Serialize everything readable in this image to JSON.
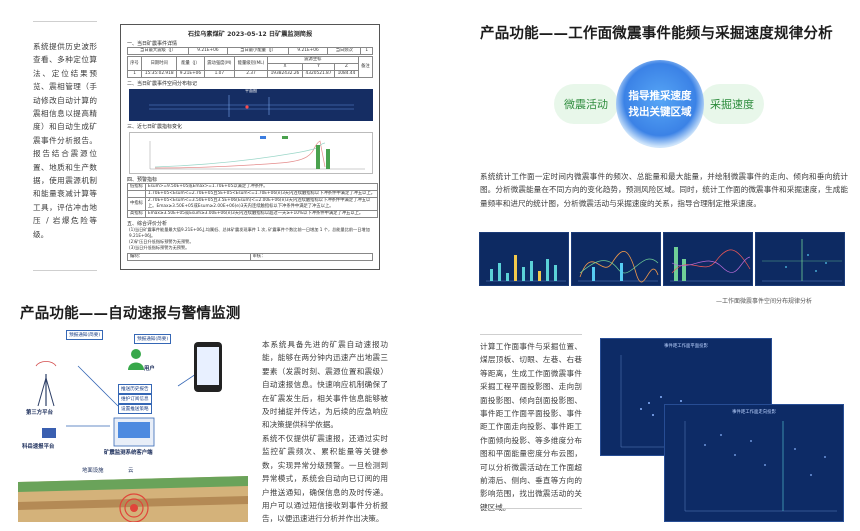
{
  "left_column": {
    "paragraph": "系统提供历史波形查看、多种定位算法、定位结果预览、震相管理（手动修改自动计算的震相信息以提高精度）和自动生成矿震事件分析报告。报告结合震源位置、地质和生产数据，使用震源机制和能量衰减计算等工具，评估冲击地压 / 岩爆危险等级。"
  },
  "report": {
    "title": "石拉乌素煤矿 2023-05-12 日矿震监测简报",
    "sec1": "一、当日矿震事件详情",
    "summary": [
      "当日最大震级（J）",
      "9.21E+06",
      "当日最小能量（J）",
      "9.21E+06",
      "当日频次",
      "1"
    ],
    "headers": [
      "序号",
      "日期时间",
      "能量（J）",
      "震动强度(M)",
      "能量级别(ML)",
      "震源坐标",
      "X",
      "Y",
      "Z",
      "备注"
    ],
    "row": [
      "1",
      "15:35:02.918",
      "9.21E+06",
      "1.07",
      "2.37",
      "19382432.26",
      "4320521.87",
      "1084.44",
      ""
    ],
    "sec2": "二、当日矿震事件空间分布标记",
    "map_label": "平面图",
    "sec3": "三、近七日矿震指标变化",
    "sec4": "四、预警指标",
    "warn": [
      [
        "低指标",
        "Esum>=9.50E+05或Emax>=1.70E+05以满足了冲条件。"
      ],
      [
        "",
        "1.70E+05<Esum<=2.70E+05且5E+05<Esum<=1.70E+06(e)3天内连续触指标以下冲条件中满足了冲五以上。"
      ],
      [
        "中指标",
        "2.70E+05<Esum<=3.50E+05且3.5E+06(Esum)<=2.00E+06(e)3天内连续触指标以下冲条件中满足了冲五以上。Emax≥3.50E+05或Esum≥2.00E+06(e)3天内连续触指标以下冲条件中满足了冲五以上。"
      ],
      [
        "高指标",
        "Emax≥3.50E+05或Esum≥3.00E+06(e)3天内连续触指标以超过一天≥+10%以下冲条件中满足了冲五以上。"
      ]
    ],
    "sec5": "五、综合评价分析",
    "eval": [
      "(1)当日矿震事件能量最大值9.21E+06,J,均属低、总体矿震发现事件 1 次, 矿震事件个数比前一日增加 1 个，总能量比前一日增加",
      "9.21E+06J。",
      "(2)矿压日升低指标预警为无预警。",
      "(3)当日升低指标预警为无预警。"
    ],
    "sign": [
      "编制：",
      "审核："
    ]
  },
  "section_alert": {
    "title": "产品功能——自动速报与警情监测",
    "para1": "本系统具备先进的矿震自动速报功能，能够在两分钟内迅速产出地震三要素（发震时刻、震源位置和震级）自动速报信息。快速响应机制确保了在矿震发生后，相关事件信息能够被及时捕捉并传达，为后续的应急响应和决策提供科学依据。",
    "para2": "系统不仅提供矿震速报，还通过实时监控矿震频次、累积能量等关键参数，实现异常分级预警。一旦检测到异常模式，系统会自动向已订阅的用户推送通知，确保信息的及时传递。用户可以通过短信接收到事件分析报告，以便迅速进行分析并作出决策。"
  },
  "diagram": {
    "user": "用户",
    "tower": "第三方平台",
    "platform": "科岳速报平台",
    "client": "矿震监测系统客户端",
    "mine": "地面设施",
    "boxes": [
      "推送历史报告",
      "维护订阅信息",
      "设置推送策略"
    ],
    "msg1": "预报通知(简要)",
    "msg2": "预报通知(简要)",
    "cloud": "云"
  },
  "section_energy": {
    "title": "产品功能——工作面微震事件能频与采掘速度规律分析",
    "circle_left": "微震活动",
    "circle_mid_1": "指导推采速度",
    "circle_mid_2": "找出关键区域",
    "circle_right": "采掘速度",
    "para": "系统统计工作面一定时间内微震事件的频次、总能量和最大能量，并绘制微震事件的走向、倾向和垂向统计图。分析微震能量在不同方向的变化趋势，预测风险区域。同时，统计工作面的微震事件和采掘速度，生成能量频率和进尺的统计图，分析微震活动与采掘速度的关系，指导合理制定推采速度。",
    "caption": "—工作面微震事件空间分布规律分析"
  },
  "section_stats": {
    "para": "计算工作面事件与采掘位置、煤层顶板、切眼、左巷、右巷等距离，生成工作面微震事件采掘工程平面投影图、走向剖面投影图、倾向剖面投影图、事件距工作面平面投影、事件距工作面走向投影、事件距工作面倾向投影、等多维度分布图和平面能量密度分布云图，可以分析微震活动在工作面超前滞后、侧向、垂直等方向的影响范围，找出微震活动的关键区域。",
    "panel1_title": "事件距工作面平面投影",
    "panel2_title": "事件距工作面走向投影"
  },
  "colors": {
    "navy": "#0d2b66",
    "green": "#6cc26a",
    "blue": "#2d6fd6"
  }
}
